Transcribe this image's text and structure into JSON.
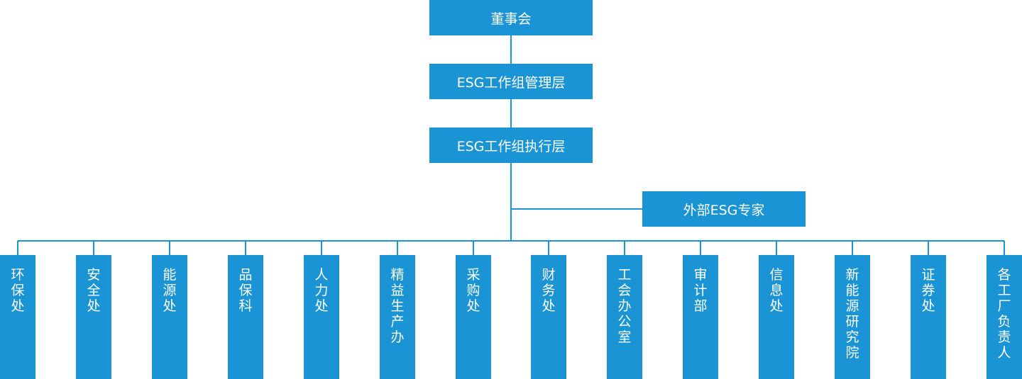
{
  "colors": {
    "node_fill": "#1a94d4",
    "line": "#1a94d4",
    "text": "#ffffff",
    "background": "#ffffff"
  },
  "org": {
    "board": "董事会",
    "management_layer": "ESG工作组管理层",
    "execution_layer": "ESG工作组执行层",
    "external_expert": "外部ESG专家",
    "departments": [
      "环保处",
      "安全处",
      "能源处",
      "品保科",
      "人力处",
      "精益生产办",
      "采购处",
      "财务处",
      "工会办公室",
      "审计部",
      "信息处",
      "新能源研究院",
      "证券处",
      "各工厂负责人"
    ]
  }
}
